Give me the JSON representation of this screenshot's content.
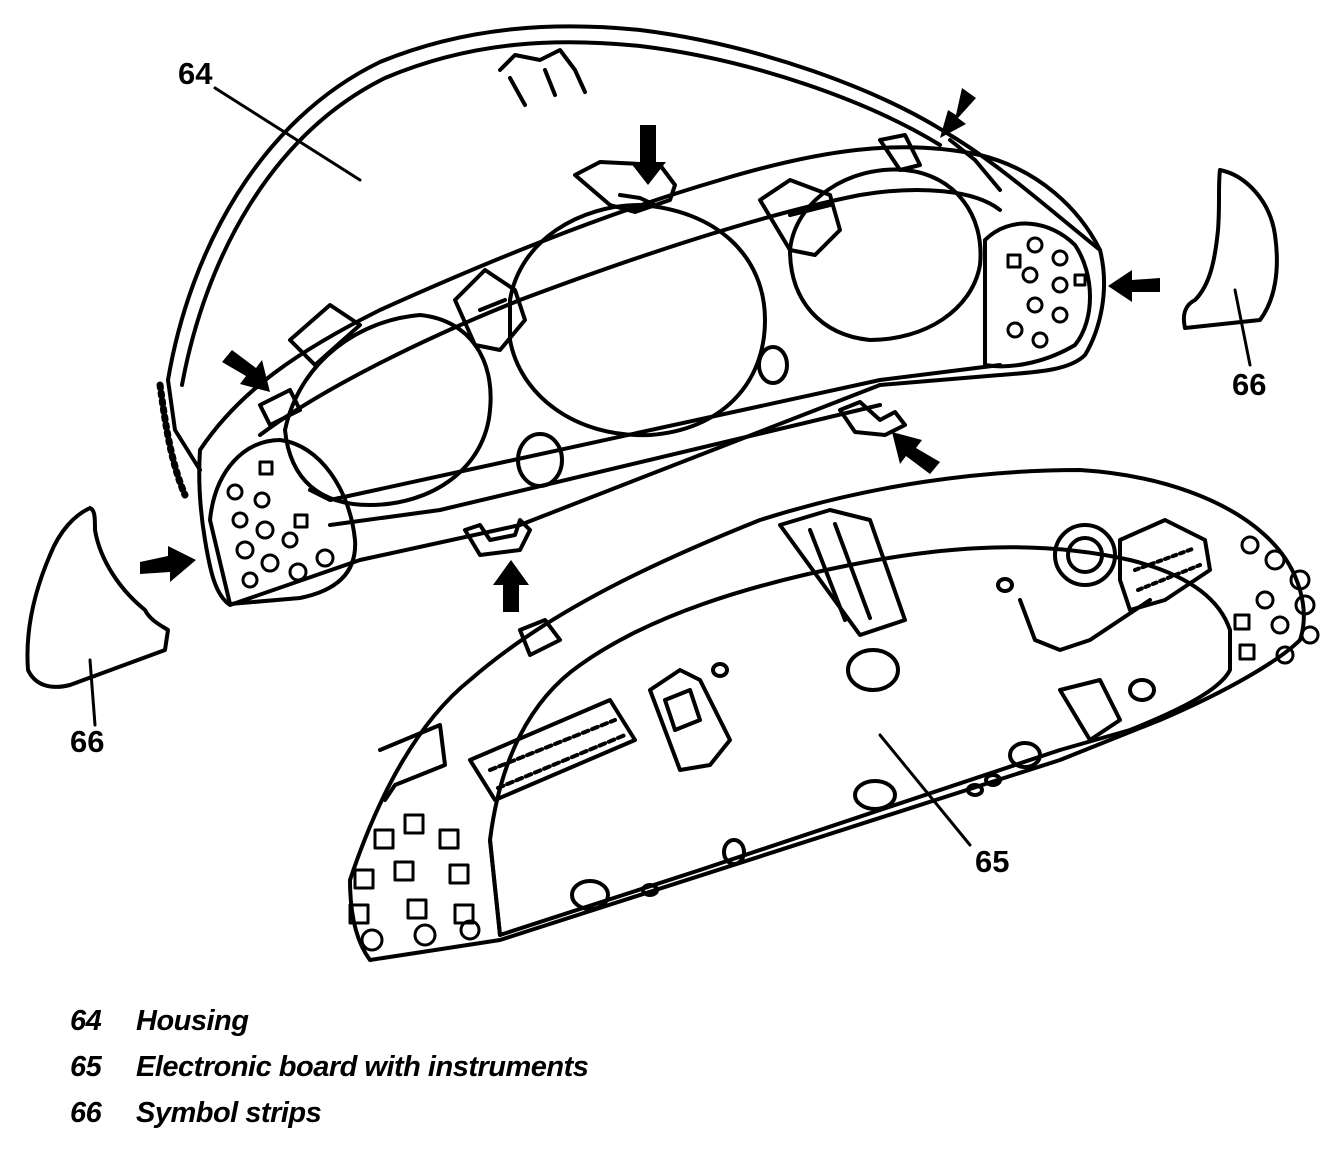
{
  "callouts": {
    "housing": "64",
    "board": "65",
    "strip_right": "66",
    "strip_left": "66"
  },
  "legend": [
    {
      "number": "64",
      "label": "Housing"
    },
    {
      "number": "65",
      "label": "Electronic board with instruments"
    },
    {
      "number": "66",
      "label": "Symbol strips"
    }
  ]
}
